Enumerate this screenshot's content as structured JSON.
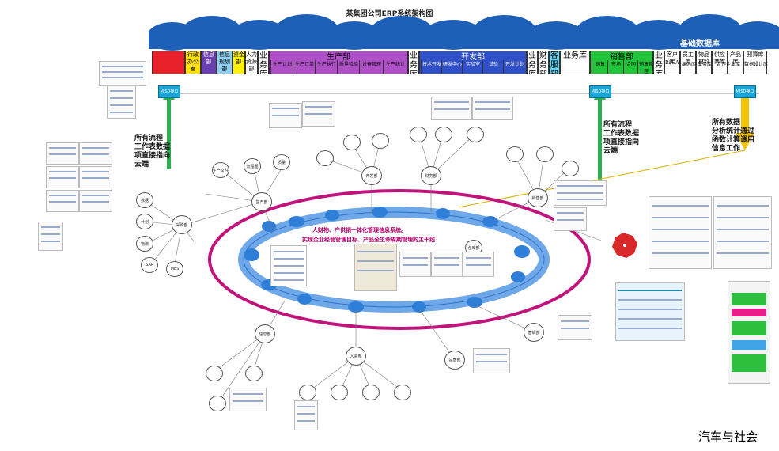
{
  "title": "某集团公司ERP系统架构图",
  "database_label": "基础数据库",
  "departments": [
    {
      "label": "",
      "color": "#e8202a"
    },
    {
      "label": "行政办公室",
      "color": "#ffe000"
    },
    {
      "label": "信息部",
      "color": "#6a3fb0"
    },
    {
      "label": "信息规划部",
      "color": "#8fd0f0"
    },
    {
      "label": "资金部",
      "color": "#fff200"
    },
    {
      "label": "人力资源部",
      "color": "#ffffff"
    },
    {
      "label": "业务库",
      "color": "#ffffff"
    },
    {
      "label": "生产部",
      "color": "#b050c8"
    },
    {
      "label": "业务库",
      "color": "#ffffff"
    },
    {
      "label": "开发部",
      "color": "#3050c8"
    },
    {
      "label": "业务库",
      "color": "#ffffff"
    },
    {
      "label": "财务部",
      "color": "#ffffff"
    },
    {
      "label": "客服部",
      "color": "#ffffff"
    },
    {
      "label": "业务库",
      "color": "#ffffff"
    },
    {
      "label": "销售部",
      "color": "#22c43a"
    },
    {
      "label": "业务库",
      "color": "#ffffff"
    },
    {
      "label": "客户库",
      "color": "#ffffff"
    },
    {
      "label": "员工库",
      "color": "#ffffff"
    },
    {
      "label": "物品材料",
      "color": "#ffffff"
    },
    {
      "label": "供应商库",
      "color": "#ffffff"
    },
    {
      "label": "产品库",
      "color": "#ffffff"
    },
    {
      "label": "预算库",
      "color": "#ffffff"
    }
  ],
  "subs": {
    "production": [
      "生产计划",
      "生产订单",
      "生产执行",
      "质量检验",
      "设备管理",
      "生产统计"
    ],
    "dev": [
      "技术开发",
      "研发中心",
      "实验室",
      "试验",
      "开发计划"
    ],
    "sales": [
      "销售",
      "市场",
      "合同",
      "销售管理"
    ],
    "right": [
      "Bi/OA/PLM",
      "编码库",
      "业务库",
      "合作企业库",
      "数据设计库"
    ]
  },
  "misd": [
    "MISD接口",
    "MISD接口",
    "MISD接口"
  ],
  "annotations": {
    "left": "所有流程\n工作表数据\n项直接指向\n云端",
    "right1": "所有流程\n工作表数据\n项直接指向\n云端",
    "right2": "所有数据\n分析统计通过\n函数计算调用\n信息工作"
  },
  "ring": {
    "line1": "人财物、产供销一体化管理信息系统。",
    "line2": "实现企业经营管理目标、产品全生命周期管理的主干线"
  },
  "hubs": [
    "生产部",
    "开发部",
    "采购部",
    "财务部",
    "销售部",
    "信息部",
    "人事部",
    "营销部",
    "品质部",
    "仓库部"
  ],
  "notes": [
    "生产文件",
    "SAP",
    "MES",
    "流程图",
    "质量",
    "数据",
    "计划",
    "物流"
  ],
  "watermark": "汽车与社会",
  "colors": {
    "ring": "#c0147c",
    "ellipse": "#6fa8e8",
    "arrow_green": "#2fae4f",
    "arrow_yellow": "#f2c200",
    "cloud": "#1e5fb8"
  }
}
